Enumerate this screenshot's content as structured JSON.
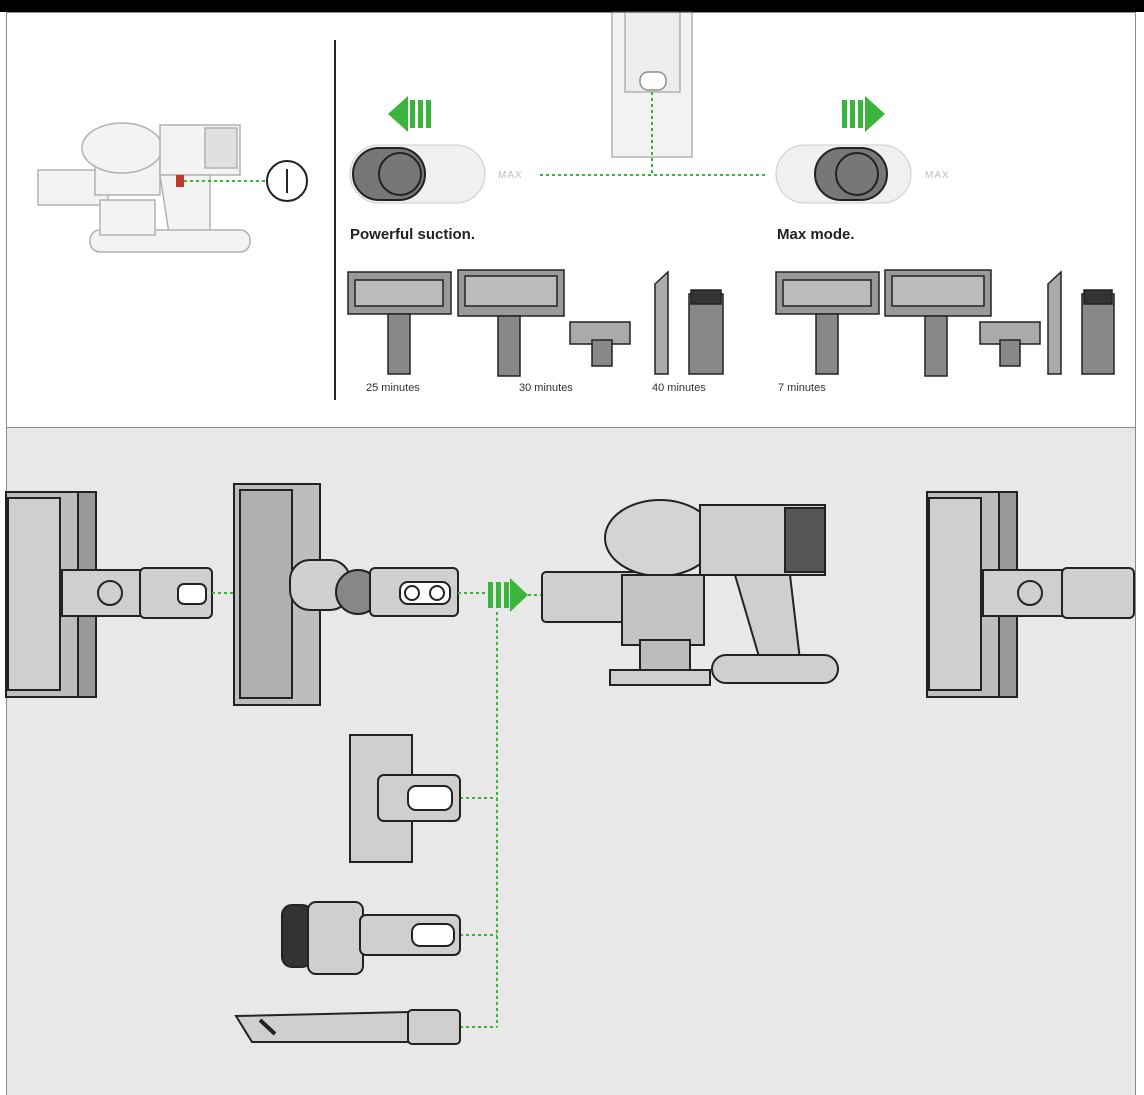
{
  "modes": [
    {
      "caption": "Powerful suction.",
      "trigger_label": "MAX"
    },
    {
      "caption": "Max mode.",
      "trigger_label": "MAX"
    }
  ],
  "runtimes": [
    "25 minutes",
    "30 minutes",
    "40 minutes",
    "7 minutes"
  ],
  "colors": {
    "green": "#3bb43b",
    "tool": "#cfcfcf",
    "outline": "#333333",
    "bg": "#e8e8e8"
  }
}
